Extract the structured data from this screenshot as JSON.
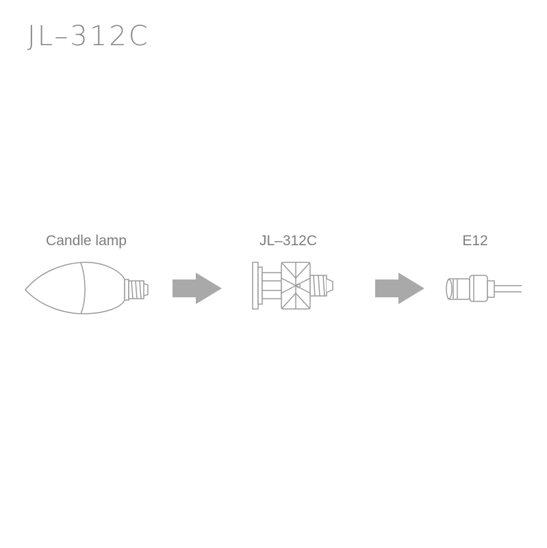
{
  "title": "JL–312C",
  "labels": {
    "source": "Candle lamp",
    "adapter": "JL–312C",
    "target": "E12"
  },
  "icons": [
    "candle-bulb-icon",
    "arrow-right-icon",
    "adapter-icon",
    "arrow-right-icon",
    "socket-cable-icon"
  ],
  "colors": {
    "line": "#9a9a9a",
    "arrow": "#a9a9a9",
    "text": "#7d7d7d"
  }
}
